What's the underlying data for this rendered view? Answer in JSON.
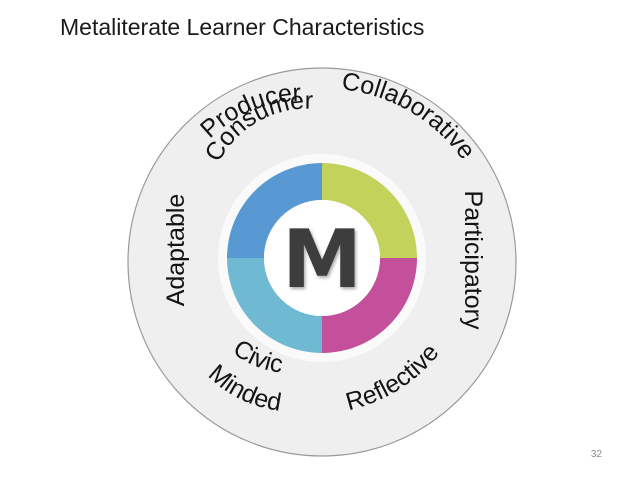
{
  "title": "Metaliterate Learner Characteristics",
  "page_number": "32",
  "center": {
    "letter": "M"
  },
  "characteristics": {
    "producer": "Producer",
    "consumer": "Consumer",
    "collaborative": "Collaborative",
    "participatory": "Participatory",
    "reflective": "Reflective",
    "civic": "Civic",
    "minded": "Minded",
    "adaptable": "Adaptable"
  },
  "segments": [
    {
      "color": "#c3d25b"
    },
    {
      "color": "#c4509c"
    },
    {
      "color": "#6fb9d2"
    },
    {
      "color": "#5999d3"
    }
  ],
  "colors": {
    "outer_circle": "#efefef",
    "outer_border": "#9a9a9a"
  }
}
